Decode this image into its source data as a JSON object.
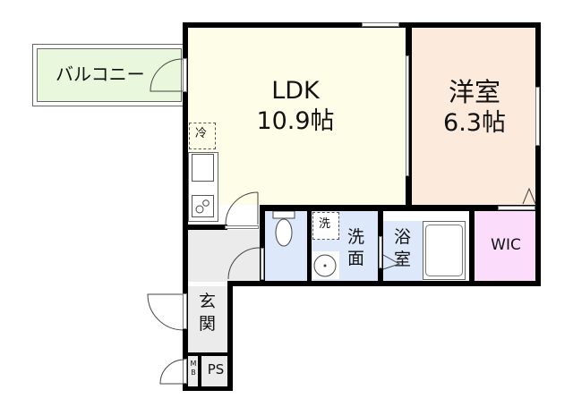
{
  "floor_plan": {
    "rooms": {
      "ldk": {
        "name": "LDK",
        "size": "10.9帖",
        "color": "#fefee8"
      },
      "western_room": {
        "name": "洋室",
        "size": "6.3帖",
        "color": "#fcebdd"
      },
      "balcony": {
        "name": "バルコニー",
        "color": "#e9f8dd"
      },
      "toilet": {
        "color": "#dde9fb"
      },
      "washroom": {
        "name_line1": "洗",
        "name_line2": "面",
        "color": "#dde9fb"
      },
      "bathroom": {
        "name_line1": "浴",
        "name_line2": "室",
        "color": "#dde9fb"
      },
      "wic": {
        "name": "WIC",
        "color": "#fcdcfb"
      },
      "entrance": {
        "name_line1": "玄",
        "name_line2": "関",
        "color": "#ebebeb"
      },
      "hall": {
        "color": "#ebebeb"
      },
      "ps": {
        "name": "PS"
      },
      "mb": {
        "name_line1": "M",
        "name_line2": "B"
      }
    },
    "fixtures": {
      "fridge_label": "冷",
      "washer_label": "洗"
    },
    "wall_color": "#000000"
  }
}
